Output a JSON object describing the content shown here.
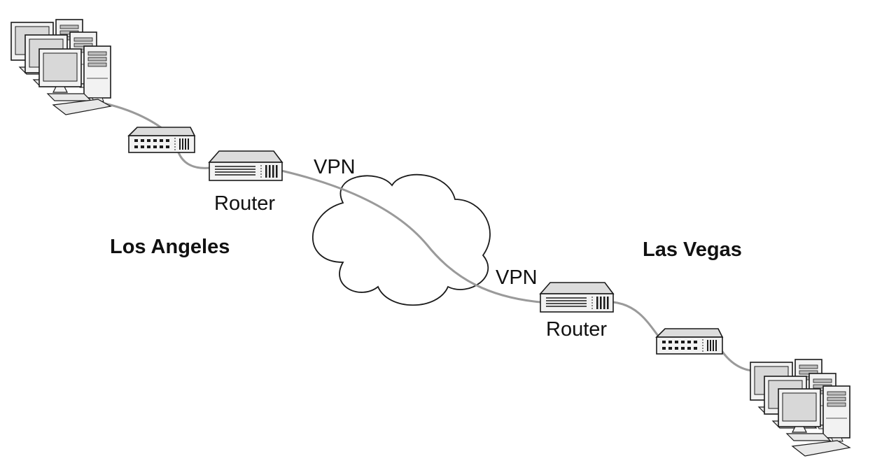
{
  "labels": {
    "site_left": "Los Angeles",
    "site_right": "Las Vegas",
    "router_left": "Router",
    "router_right": "Router",
    "vpn_left": "VPN",
    "vpn_right": "VPN"
  },
  "colors": {
    "cable": "#9a9a9a",
    "device_fill": "#f2f2f2",
    "screen": "#d8d8d8",
    "outline": "#1a1a1a"
  },
  "icons": [
    "computer-cluster-icon",
    "network-switch-icon",
    "router-icon",
    "internet-cloud-icon"
  ]
}
